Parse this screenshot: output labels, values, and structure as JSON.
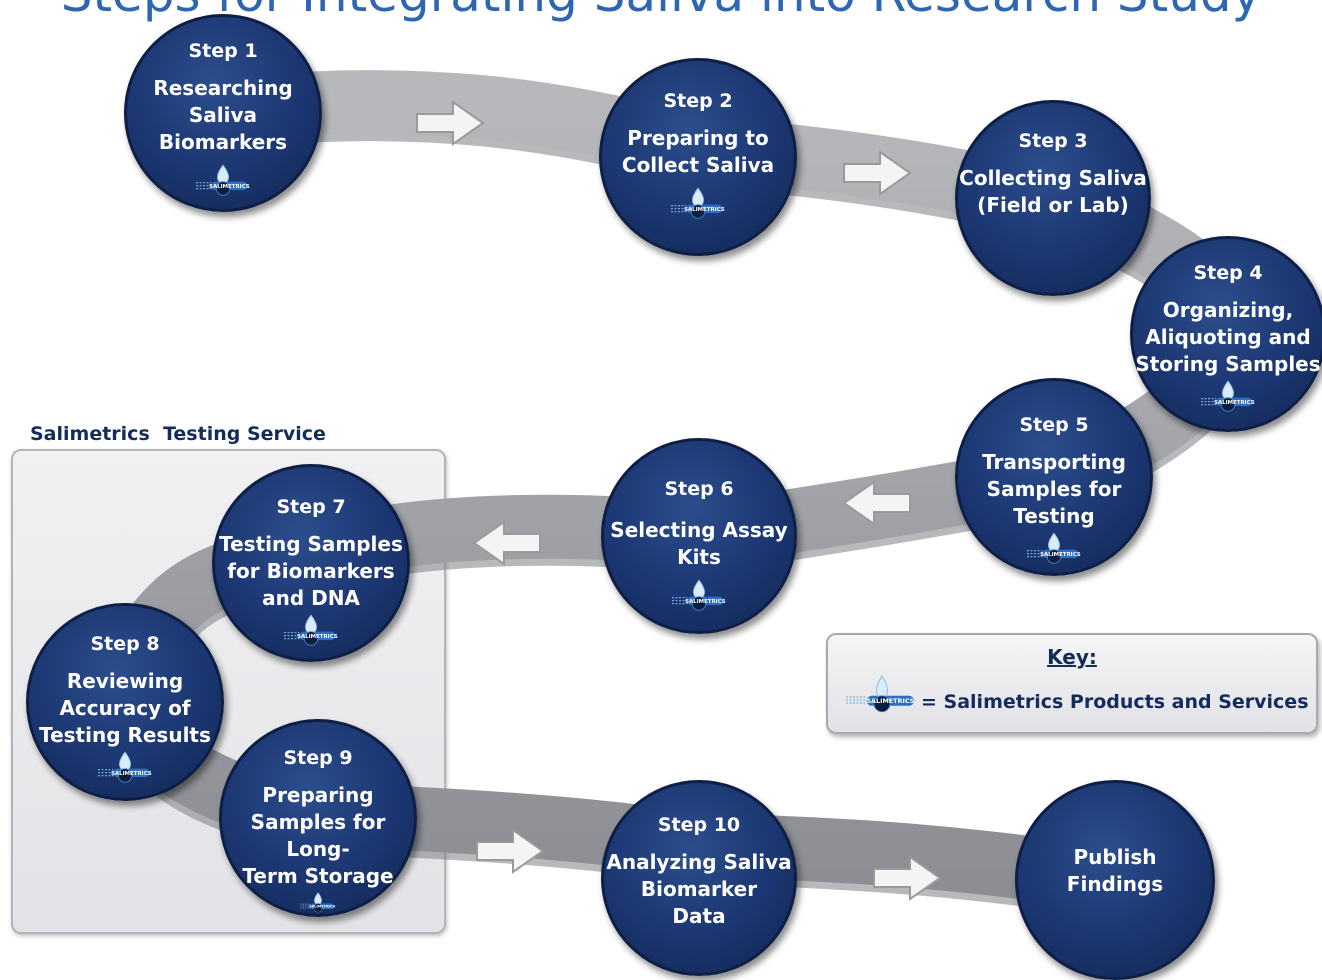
{
  "title": "Steps for Integrating Saliva into Research Study",
  "panel_label": "Salimetrics  Testing Service",
  "steps": [
    {
      "number": "Step 1",
      "title": "Researching\nSaliva\nBiomarkers",
      "has_logo": true
    },
    {
      "number": "Step 2",
      "title": "Preparing to\nCollect Saliva",
      "has_logo": true
    },
    {
      "number": "Step 3",
      "title": "Collecting Saliva\n(Field or Lab)",
      "has_logo": false
    },
    {
      "number": "Step 4",
      "title": "Organizing,\nAliquoting and\nStoring Samples",
      "has_logo": true
    },
    {
      "number": "Step 5",
      "title": "Transporting\nSamples for\nTesting",
      "has_logo": true
    },
    {
      "number": "Step 6",
      "title": "Selecting Assay\nKits",
      "has_logo": true
    },
    {
      "number": "Step 7",
      "title": "Testing Samples\nfor Biomarkers\nand DNA",
      "has_logo": true
    },
    {
      "number": "Step 8",
      "title": "Reviewing\nAccuracy of\nTesting Results",
      "has_logo": true
    },
    {
      "number": "Step 9",
      "title": "Preparing\nSamples for Long-\nTerm Storage",
      "has_logo": true
    },
    {
      "number": "Step 10",
      "title": "Analyzing Saliva\nBiomarker\nData",
      "has_logo": false
    },
    {
      "number": "",
      "title": "Publish\nFindings",
      "has_logo": false
    }
  ],
  "key": {
    "title": "Key:",
    "text": "= Salimetrics Products and Services",
    "logo_text": "SALIMETRICS"
  },
  "colors": {
    "circle": "#1b3671",
    "path": "#9c9ea3",
    "title": "#2e66b3",
    "label": "#142b5e"
  }
}
